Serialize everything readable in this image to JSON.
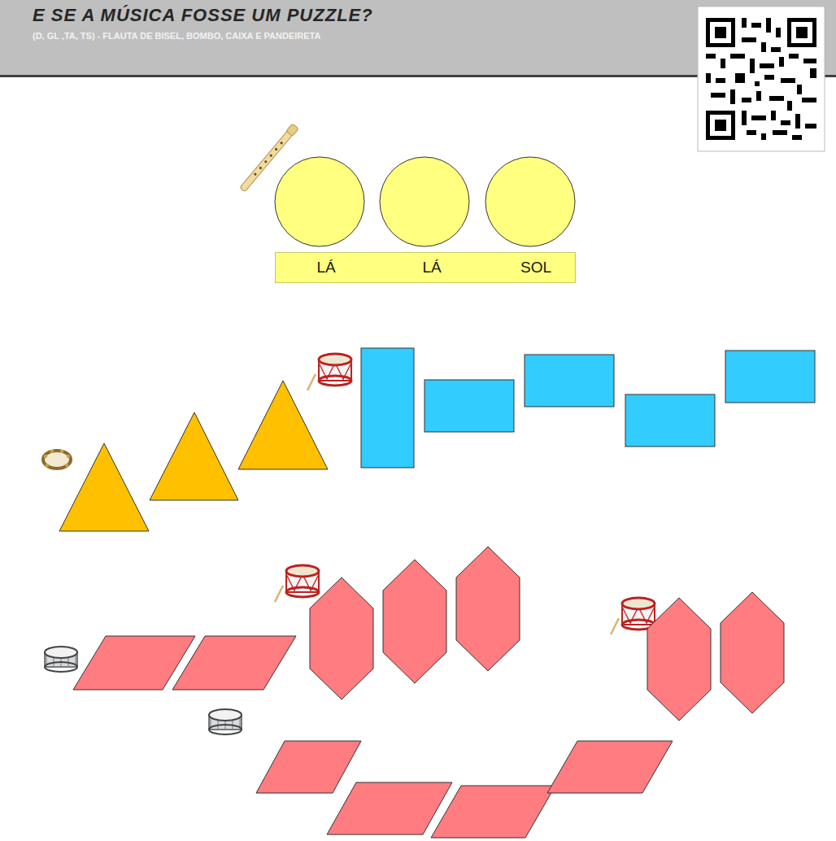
{
  "diagram": {
    "title": "E SE A MÚSICA FOSSE UM PUZZLE?",
    "nodes": [
      {
        "text": [
          "LÁ",
          "LÁ",
          "SOL"
        ]
      }
    ],
    "labels": [
      "(D, GL ,TA, TS)  -  FLAUTA DE BISEL, BOMBO, CAIXA E PANDEIRETA"
    ]
  }
}
